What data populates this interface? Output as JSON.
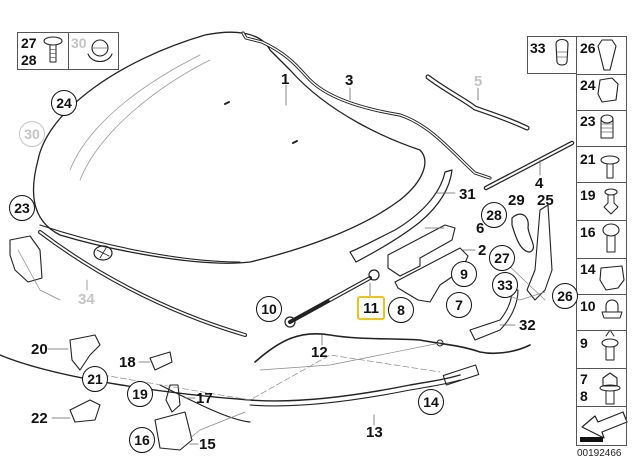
{
  "diagram": {
    "title": "Hood / bonnet parts exploded diagram",
    "drawing_number": "00192466",
    "highlight_color": "#f1c21b",
    "highlighted_part": "11",
    "plain_labels": {
      "p1": "1",
      "p2": "2",
      "p3": "3",
      "p4": "4",
      "p5": "5",
      "p6": "6",
      "p12": "12",
      "p13": "13",
      "p15": "15",
      "p17": "17",
      "p18": "18",
      "p20": "20",
      "p22": "22",
      "p25": "25",
      "p29": "29",
      "p31": "31",
      "p32": "32",
      "p34": "34"
    },
    "circled_labels": {
      "c7": "7",
      "c8": "8",
      "c9": "9",
      "c10": "10",
      "c14": "14",
      "c16": "16",
      "c19": "19",
      "c21": "21",
      "c23": "23",
      "c24": "24",
      "c26": "26",
      "c27": "27",
      "c28": "28",
      "c30": "30",
      "c33": "33"
    },
    "highlight_label": "11",
    "top_left_box": {
      "screw_labels": [
        "27",
        "28"
      ],
      "clip_label": "30"
    },
    "fastener_column": [
      {
        "label": "33",
        "icon": "bump-stop-icon"
      },
      {
        "label": "26",
        "icon": "nut-clip-icon"
      },
      {
        "label": "24",
        "icon": "retainer-clip-icon"
      },
      {
        "label": "23",
        "icon": "expansion-rivet-icon"
      },
      {
        "label": "21",
        "icon": "washer-screw-icon"
      },
      {
        "label": "19",
        "icon": "push-rivet-icon"
      },
      {
        "label": "16",
        "icon": "hex-socket-bolt-icon"
      },
      {
        "label": "14",
        "icon": "cable-clip-icon"
      },
      {
        "label": "10",
        "icon": "cap-nut-icon"
      },
      {
        "label": "9",
        "icon": "stud-bolt-icon"
      },
      {
        "label": "7",
        "label2": "8",
        "icon": "flange-bolt-icon"
      },
      {
        "label": "",
        "icon": "direction-arrow-icon"
      }
    ]
  }
}
